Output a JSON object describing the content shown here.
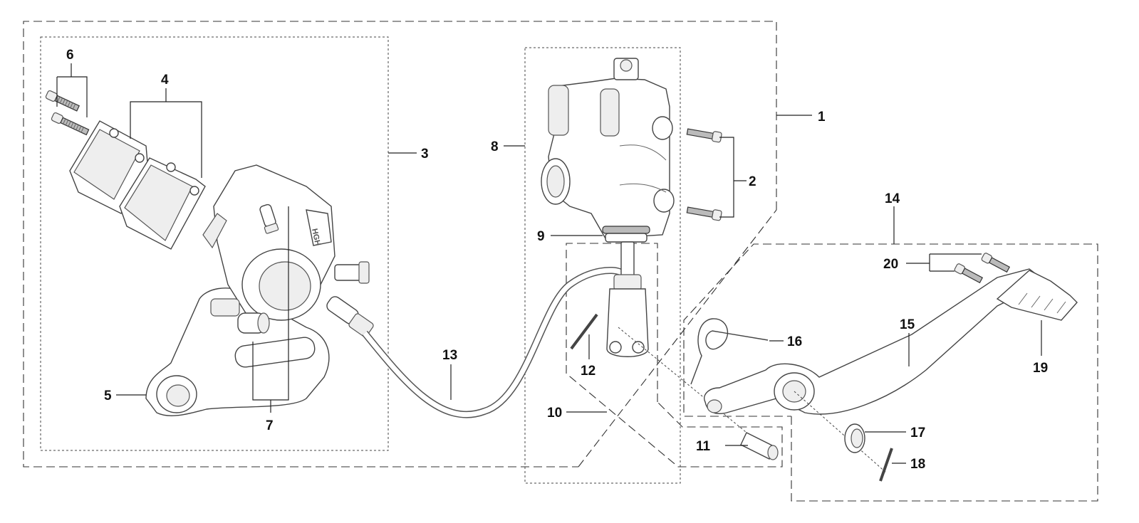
{
  "diagram": {
    "callouts": [
      {
        "id": "1",
        "label": "1"
      },
      {
        "id": "2",
        "label": "2"
      },
      {
        "id": "3",
        "label": "3"
      },
      {
        "id": "4",
        "label": "4"
      },
      {
        "id": "5",
        "label": "5"
      },
      {
        "id": "6",
        "label": "6"
      },
      {
        "id": "7",
        "label": "7"
      },
      {
        "id": "8",
        "label": "8"
      },
      {
        "id": "9",
        "label": "9"
      },
      {
        "id": "10",
        "label": "10"
      },
      {
        "id": "11",
        "label": "11"
      },
      {
        "id": "12",
        "label": "12"
      },
      {
        "id": "13",
        "label": "13"
      },
      {
        "id": "14",
        "label": "14"
      },
      {
        "id": "15",
        "label": "15"
      },
      {
        "id": "16",
        "label": "16"
      },
      {
        "id": "17",
        "label": "17"
      },
      {
        "id": "18",
        "label": "18"
      },
      {
        "id": "19",
        "label": "19"
      },
      {
        "id": "20",
        "label": "20"
      }
    ],
    "caliper_logo_text": "HGH"
  }
}
